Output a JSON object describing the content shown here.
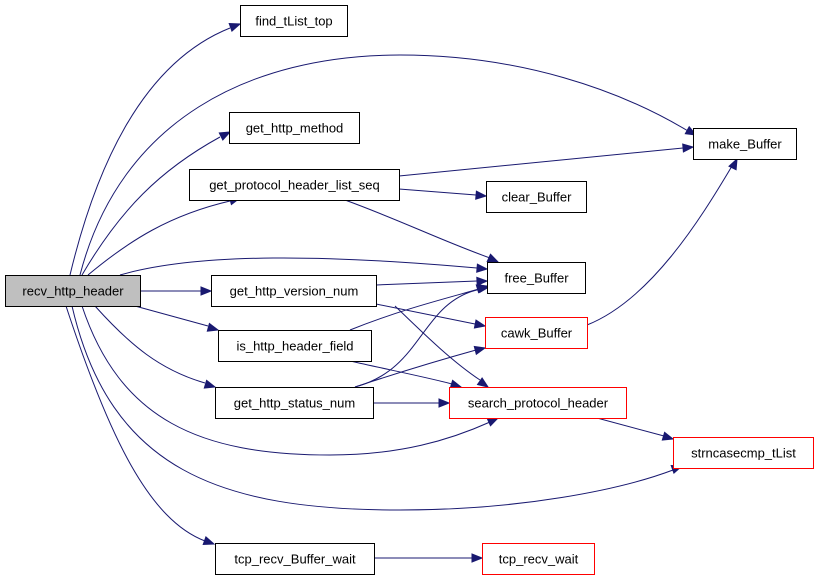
{
  "diagram": {
    "nodes": [
      {
        "id": "recv_http_header",
        "label": "recv_http_header",
        "style": "root"
      },
      {
        "id": "find_tList_top",
        "label": "find_tList_top",
        "style": "normal"
      },
      {
        "id": "get_http_method",
        "label": "get_http_method",
        "style": "normal"
      },
      {
        "id": "get_protocol_header_list_seq",
        "label": "get_protocol_header_list_seq",
        "style": "normal"
      },
      {
        "id": "get_http_version_num",
        "label": "get_http_version_num",
        "style": "normal"
      },
      {
        "id": "is_http_header_field",
        "label": "is_http_header_field",
        "style": "normal"
      },
      {
        "id": "get_http_status_num",
        "label": "get_http_status_num",
        "style": "normal"
      },
      {
        "id": "tcp_recv_Buffer_wait",
        "label": "tcp_recv_Buffer_wait",
        "style": "normal"
      },
      {
        "id": "make_Buffer",
        "label": "make_Buffer",
        "style": "normal"
      },
      {
        "id": "clear_Buffer",
        "label": "clear_Buffer",
        "style": "normal"
      },
      {
        "id": "free_Buffer",
        "label": "free_Buffer",
        "style": "normal"
      },
      {
        "id": "cawk_Buffer",
        "label": "cawk_Buffer",
        "style": "truncated"
      },
      {
        "id": "search_protocol_header",
        "label": "search_protocol_header",
        "style": "truncated"
      },
      {
        "id": "strncasecmp_tList",
        "label": "strncasecmp_tList",
        "style": "truncated"
      },
      {
        "id": "tcp_recv_wait",
        "label": "tcp_recv_wait",
        "style": "truncated"
      }
    ],
    "edges": [
      {
        "from": "recv_http_header",
        "to": "find_tList_top"
      },
      {
        "from": "recv_http_header",
        "to": "make_Buffer"
      },
      {
        "from": "recv_http_header",
        "to": "get_http_method"
      },
      {
        "from": "recv_http_header",
        "to": "get_protocol_header_list_seq"
      },
      {
        "from": "recv_http_header",
        "to": "free_Buffer"
      },
      {
        "from": "recv_http_header",
        "to": "get_http_version_num"
      },
      {
        "from": "recv_http_header",
        "to": "is_http_header_field"
      },
      {
        "from": "recv_http_header",
        "to": "get_http_status_num"
      },
      {
        "from": "recv_http_header",
        "to": "search_protocol_header"
      },
      {
        "from": "recv_http_header",
        "to": "strncasecmp_tList"
      },
      {
        "from": "recv_http_header",
        "to": "tcp_recv_Buffer_wait"
      },
      {
        "from": "get_protocol_header_list_seq",
        "to": "make_Buffer"
      },
      {
        "from": "get_protocol_header_list_seq",
        "to": "clear_Buffer"
      },
      {
        "from": "get_protocol_header_list_seq",
        "to": "free_Buffer"
      },
      {
        "from": "get_http_version_num",
        "to": "free_Buffer"
      },
      {
        "from": "get_http_version_num",
        "to": "cawk_Buffer"
      },
      {
        "from": "get_http_version_num",
        "to": "search_protocol_header"
      },
      {
        "from": "is_http_header_field",
        "to": "free_Buffer"
      },
      {
        "from": "is_http_header_field",
        "to": "search_protocol_header"
      },
      {
        "from": "get_http_status_num",
        "to": "free_Buffer"
      },
      {
        "from": "get_http_status_num",
        "to": "cawk_Buffer"
      },
      {
        "from": "get_http_status_num",
        "to": "search_protocol_header"
      },
      {
        "from": "cawk_Buffer",
        "to": "make_Buffer"
      },
      {
        "from": "search_protocol_header",
        "to": "strncasecmp_tList"
      },
      {
        "from": "tcp_recv_Buffer_wait",
        "to": "tcp_recv_wait"
      }
    ]
  },
  "colors": {
    "edge": "#191970",
    "root_fill": "#bfbfbf",
    "normal_border": "#000000",
    "truncated_border": "#ff0000",
    "node_fill": "#ffffff"
  }
}
